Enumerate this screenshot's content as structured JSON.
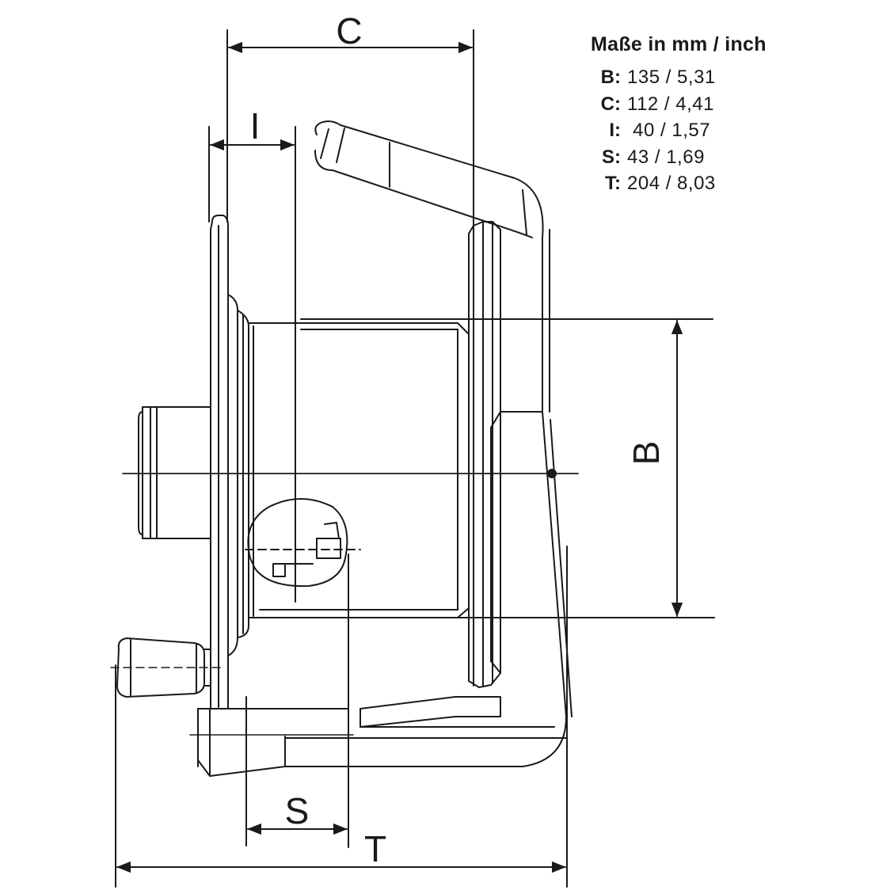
{
  "legend": {
    "title": "Maße in mm / inch",
    "rows": [
      {
        "key": "B:",
        "value": "135 / 5,31"
      },
      {
        "key": "C:",
        "value": "112 / 4,41"
      },
      {
        "key": "I:",
        "value": " 40 / 1,57"
      },
      {
        "key": "S:",
        "value": "43 / 1,69"
      },
      {
        "key": "T:",
        "value": "204 / 8,03"
      }
    ]
  },
  "dimension_labels": {
    "C": "C",
    "I": "I",
    "B": "B",
    "S": "S",
    "T": "T"
  },
  "colors": {
    "line": "#1a1a1a",
    "background": "#ffffff"
  }
}
